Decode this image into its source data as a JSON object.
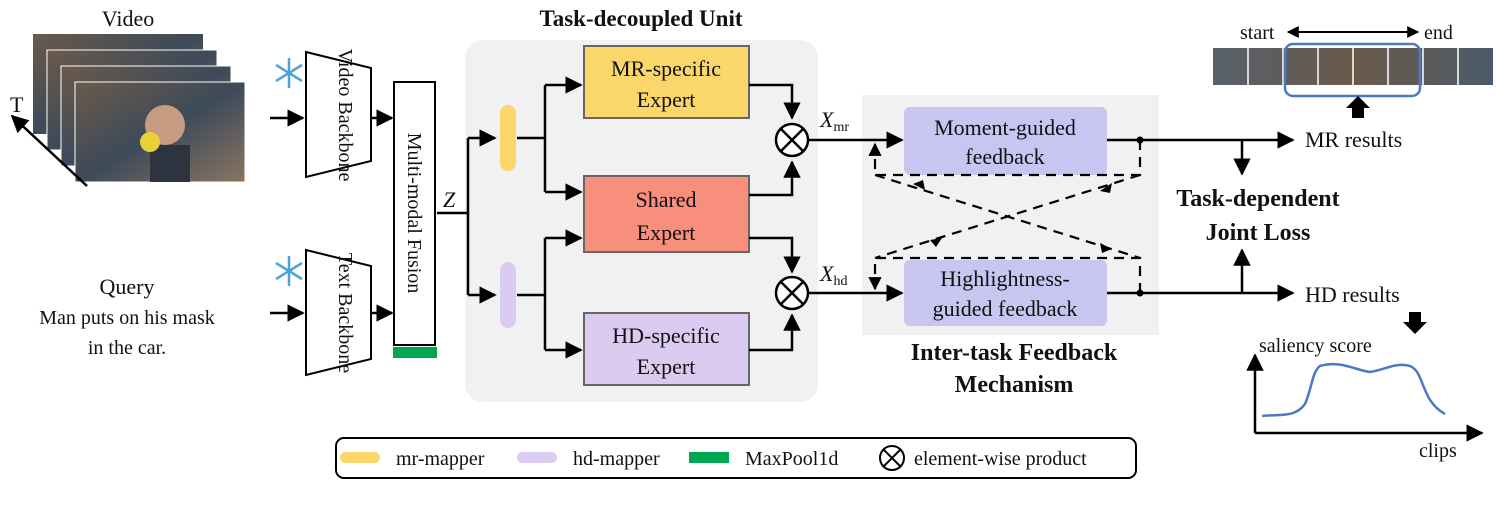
{
  "labels": {
    "video": "Video",
    "time_axis": "T",
    "query_title": "Query",
    "query_line1": "Man puts on his mask",
    "query_line2": "in the car.",
    "video_backbone": "Video Backbone",
    "text_backbone": "Text Backbone",
    "fusion": "Multi-modal Fusion",
    "z": "Z",
    "unit_title": "Task-decoupled Unit",
    "mr_expert_l1": "MR-specific",
    "mr_expert_l2": "Expert",
    "shared_l1": "Shared",
    "shared_l2": "Expert",
    "hd_expert_l1": "HD-specific",
    "hd_expert_l2": "Expert",
    "x_mr": "X",
    "x_mr_sub": "mr",
    "x_hd": "X",
    "x_hd_sub": "hd",
    "moment_fb_l1": "Moment-guided",
    "moment_fb_l2": "feedback",
    "highlight_fb_l1": "Highlightness-",
    "highlight_fb_l2": "guided feedback",
    "feedback_title_l1": "Inter-task Feedback",
    "feedback_title_l2": "Mechanism",
    "loss_l1": "Task-dependent",
    "loss_l2": "Joint Loss",
    "mr_results": "MR results",
    "hd_results": "HD results",
    "start": "start",
    "end": "end",
    "saliency": "saliency score",
    "clips": "clips"
  },
  "legend": {
    "mr_mapper": "mr-mapper",
    "hd_mapper": "hd-mapper",
    "maxpool": "MaxPool1d",
    "product": "element-wise product"
  },
  "colors": {
    "mr_expert": "#fbd66b",
    "shared_expert": "#f88e7c",
    "hd_expert": "#dccbf0",
    "mr_mapper": "#fbd66b",
    "hd_mapper": "#dccbf0",
    "maxpool": "#00a651",
    "feedback_box": "#c8c6f1",
    "panel_bg": "#f1f1f1",
    "saliency_curve": "#4f78c4",
    "frame_highlight": "#4f78c4"
  },
  "icons": [
    "snowflake-icon",
    "otimes-icon"
  ]
}
